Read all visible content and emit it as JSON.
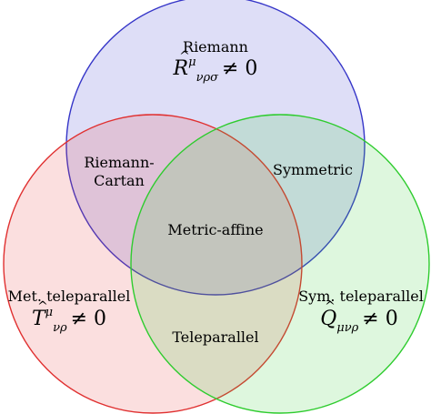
{
  "diagram": {
    "sets": {
      "riemann": {
        "name": "Riemann",
        "formula": {
          "base": "R",
          "sup": "μ",
          "sub": "νρσ",
          "rel": "≠ 0"
        },
        "stroke": "#3535c8",
        "fill": "#d8d8f5"
      },
      "met_teleparallel": {
        "name": "Met. teleparallel",
        "formula": {
          "base": "T",
          "sup": "μ",
          "sub": "νρ",
          "rel": "≠ 0"
        },
        "stroke": "#e03030",
        "fill": "#f5d6d6"
      },
      "sym_teleparallel": {
        "name": "Sym. teleparallel",
        "formula": {
          "base": "Q",
          "sup": "",
          "sub": "μνρ",
          "rel": "≠ 0"
        },
        "stroke": "#2ecc2e",
        "fill": "#d8f5d8"
      }
    },
    "regions": {
      "riemann_cartan_line1": "Riemann-",
      "riemann_cartan_line2": "Cartan",
      "symmetric": "Symmetric",
      "teleparallel": "Teleparallel",
      "metric_affine": "Metric-affine"
    }
  }
}
